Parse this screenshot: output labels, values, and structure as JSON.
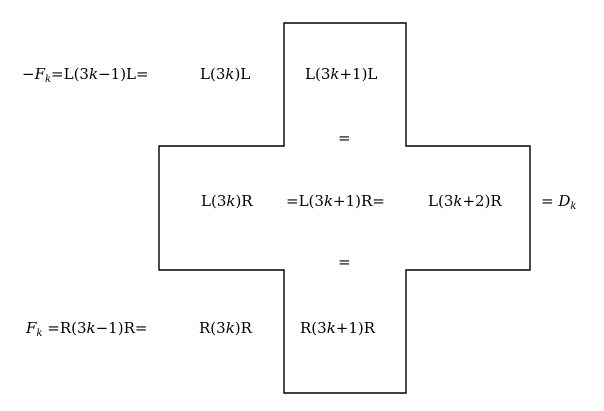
{
  "labels": {
    "row1": {
      "neg_f_prefix": "−F",
      "neg_f_sub": "k",
      "left_expr_pre": "=L(3",
      "left_expr_k": "k",
      "left_expr_post": "−1)L=",
      "mid_pre": "L(3",
      "mid_k": "k",
      "mid_post": ")L",
      "right_pre": "L(3",
      "right_k": "k",
      "right_post": "+1)L"
    },
    "eq_top": "=",
    "row2": {
      "a_pre": "L(3",
      "a_k": "k",
      "a_post": ")R",
      "b_pre": "=L(3",
      "b_k": "k",
      "b_post": "+1)R=",
      "c_pre": "L(3",
      "c_k": "k",
      "c_post": "+2)R",
      "d_pre": "= ",
      "d_letter": "D",
      "d_sub": "k"
    },
    "eq_bottom": "=",
    "row3": {
      "f_letter": "F",
      "f_sub": "k",
      "left_expr_pre": " =R(3",
      "left_expr_k": "k",
      "left_expr_post": "−1)R=",
      "mid_pre": "R(3",
      "mid_k": "k",
      "mid_post": ")R",
      "right_pre": "R(3",
      "right_k": "k",
      "right_post": "+1)R"
    }
  },
  "colors": {
    "stroke": "#000000",
    "text": "#000000"
  }
}
